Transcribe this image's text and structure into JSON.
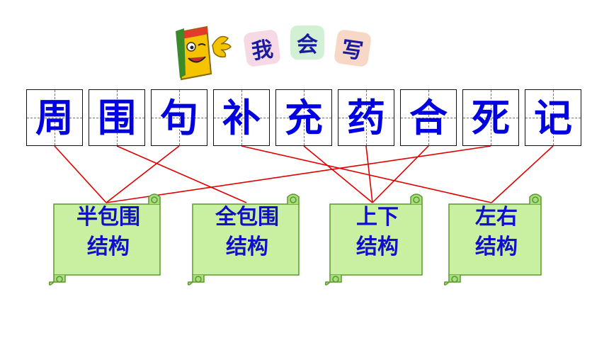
{
  "title": [
    "我",
    "会",
    "写"
  ],
  "mascot_icon": "smiling-book-mascot-icon",
  "characters": [
    "周",
    "围",
    "句",
    "补",
    "充",
    "药",
    "合",
    "死",
    "记"
  ],
  "structures": [
    "半包围\n结构",
    "全包围\n结构",
    "上下\n结构",
    "左右\n结构"
  ],
  "connections": [
    [
      "周",
      "半包围\n结构"
    ],
    [
      "围",
      "全包围\n结构"
    ],
    [
      "句",
      "半包围\n结构"
    ],
    [
      "补",
      "左右\n结构"
    ],
    [
      "充",
      "上下\n结构"
    ],
    [
      "药",
      "上下\n结构"
    ],
    [
      "合",
      "上下\n结构"
    ],
    [
      "死",
      "半包围\n结构"
    ],
    [
      "记",
      "左右\n结构"
    ]
  ],
  "colors": {
    "character": "#0000e0",
    "line": "#e00000",
    "scroll_fill": "#c8f0a0",
    "scroll_stroke": "#5a9a28",
    "label": "#1010c8"
  }
}
